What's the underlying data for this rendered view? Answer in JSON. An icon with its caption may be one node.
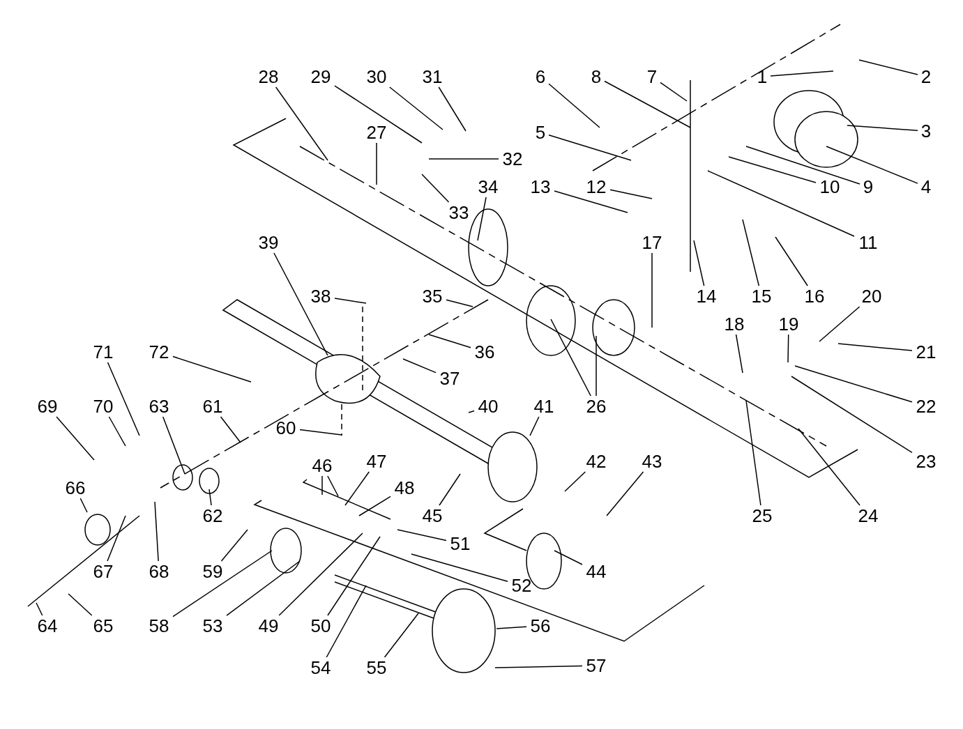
{
  "diagram": {
    "nodes": [
      {
        "text": [
          "1"
        ]
      },
      {
        "text": [
          "2"
        ]
      },
      {
        "text": [
          "3"
        ]
      },
      {
        "text": [
          "4"
        ]
      },
      {
        "text": [
          "5"
        ]
      },
      {
        "text": [
          "6"
        ]
      },
      {
        "text": [
          "7"
        ]
      },
      {
        "text": [
          "8"
        ]
      },
      {
        "text": [
          "9"
        ]
      },
      {
        "text": [
          "10"
        ]
      },
      {
        "text": [
          "11"
        ]
      },
      {
        "text": [
          "12"
        ]
      },
      {
        "text": [
          "13"
        ]
      },
      {
        "text": [
          "14"
        ]
      },
      {
        "text": [
          "15"
        ]
      },
      {
        "text": [
          "16"
        ]
      },
      {
        "text": [
          "17"
        ]
      },
      {
        "text": [
          "18"
        ]
      },
      {
        "text": [
          "19"
        ]
      },
      {
        "text": [
          "20"
        ]
      },
      {
        "text": [
          "21"
        ]
      },
      {
        "text": [
          "22"
        ]
      },
      {
        "text": [
          "23"
        ]
      },
      {
        "text": [
          "24"
        ]
      },
      {
        "text": [
          "25"
        ]
      },
      {
        "text": [
          "26"
        ]
      },
      {
        "text": [
          "27"
        ]
      },
      {
        "text": [
          "28"
        ]
      },
      {
        "text": [
          "29"
        ]
      },
      {
        "text": [
          "30"
        ]
      },
      {
        "text": [
          "31"
        ]
      },
      {
        "text": [
          "32"
        ]
      },
      {
        "text": [
          "33"
        ]
      },
      {
        "text": [
          "34"
        ]
      },
      {
        "text": [
          "35"
        ]
      },
      {
        "text": [
          "36"
        ]
      },
      {
        "text": [
          "37"
        ]
      },
      {
        "text": [
          "38"
        ]
      },
      {
        "text": [
          "39"
        ]
      },
      {
        "text": [
          "40"
        ]
      },
      {
        "text": [
          "41"
        ]
      },
      {
        "text": [
          "42"
        ]
      },
      {
        "text": [
          "43"
        ]
      },
      {
        "text": [
          "44"
        ]
      },
      {
        "text": [
          "45"
        ]
      },
      {
        "text": [
          "46"
        ]
      },
      {
        "text": [
          "47"
        ]
      },
      {
        "text": [
          "48"
        ]
      },
      {
        "text": [
          "49"
        ]
      },
      {
        "text": [
          "50"
        ]
      },
      {
        "text": [
          "51"
        ]
      },
      {
        "text": [
          "52"
        ]
      },
      {
        "text": [
          "53"
        ]
      },
      {
        "text": [
          "54"
        ]
      },
      {
        "text": [
          "55"
        ]
      },
      {
        "text": [
          "56"
        ]
      },
      {
        "text": [
          "57"
        ]
      },
      {
        "text": [
          "58"
        ]
      },
      {
        "text": [
          "59"
        ]
      },
      {
        "text": [
          "60"
        ]
      },
      {
        "text": [
          "61"
        ]
      },
      {
        "text": [
          "62"
        ]
      },
      {
        "text": [
          "63"
        ]
      },
      {
        "text": [
          "64"
        ]
      },
      {
        "text": [
          "65"
        ]
      },
      {
        "text": [
          "66"
        ]
      },
      {
        "text": [
          "67"
        ]
      },
      {
        "text": [
          "68"
        ]
      },
      {
        "text": [
          "69"
        ]
      },
      {
        "text": [
          "70"
        ]
      },
      {
        "text": [
          "71"
        ]
      },
      {
        "text": [
          "72"
        ]
      }
    ],
    "edges": [
      {
        "from": 0,
        "to": null,
        "arrow": "none"
      },
      {
        "from": 1,
        "to": null,
        "arrow": "none"
      },
      {
        "from": 2,
        "to": null,
        "arrow": "none"
      },
      {
        "from": 3,
        "to": null,
        "arrow": "none"
      },
      {
        "from": 4,
        "to": null,
        "arrow": "none"
      },
      {
        "from": 5,
        "to": null,
        "arrow": "none"
      },
      {
        "from": 6,
        "to": null,
        "arrow": "none"
      },
      {
        "from": 7,
        "to": null,
        "arrow": "none"
      },
      {
        "from": 8,
        "to": null,
        "arrow": "none"
      },
      {
        "from": 9,
        "to": null,
        "arrow": "none"
      },
      {
        "from": 10,
        "to": null,
        "arrow": "none"
      },
      {
        "from": 11,
        "to": null,
        "arrow": "none"
      },
      {
        "from": 12,
        "to": null,
        "arrow": "none"
      },
      {
        "from": 13,
        "to": null,
        "arrow": "none"
      },
      {
        "from": 14,
        "to": null,
        "arrow": "none"
      },
      {
        "from": 15,
        "to": null,
        "arrow": "none"
      },
      {
        "from": 16,
        "to": null,
        "arrow": "none"
      },
      {
        "from": 17,
        "to": null,
        "arrow": "none"
      },
      {
        "from": 18,
        "to": null,
        "arrow": "none"
      },
      {
        "from": 19,
        "to": null,
        "arrow": "none"
      },
      {
        "from": 20,
        "to": null,
        "arrow": "none"
      },
      {
        "from": 21,
        "to": null,
        "arrow": "none"
      },
      {
        "from": 22,
        "to": null,
        "arrow": "none"
      },
      {
        "from": 23,
        "to": null,
        "arrow": "none"
      },
      {
        "from": 24,
        "to": null,
        "arrow": "none"
      },
      {
        "from": 25,
        "to": null,
        "arrow": "none"
      },
      {
        "from": 25,
        "to": null,
        "arrow": "none"
      },
      {
        "from": 26,
        "to": null,
        "arrow": "none"
      },
      {
        "from": 27,
        "to": null,
        "arrow": "none"
      },
      {
        "from": 28,
        "to": null,
        "arrow": "none"
      },
      {
        "from": 29,
        "to": null,
        "arrow": "none"
      },
      {
        "from": 30,
        "to": null,
        "arrow": "none"
      },
      {
        "from": 31,
        "to": null,
        "arrow": "none"
      },
      {
        "from": 32,
        "to": null,
        "arrow": "none"
      },
      {
        "from": 33,
        "to": null,
        "arrow": "none"
      },
      {
        "from": 34,
        "to": null,
        "arrow": "none"
      },
      {
        "from": 35,
        "to": null,
        "arrow": "none"
      },
      {
        "from": 36,
        "to": null,
        "arrow": "none"
      },
      {
        "from": 37,
        "to": null,
        "arrow": "none"
      },
      {
        "from": 38,
        "to": null,
        "arrow": "none"
      },
      {
        "from": 39,
        "to": null,
        "arrow": "none"
      },
      {
        "from": 40,
        "to": null,
        "arrow": "none"
      },
      {
        "from": 41,
        "to": null,
        "arrow": "none"
      },
      {
        "from": 42,
        "to": null,
        "arrow": "none"
      },
      {
        "from": 43,
        "to": null,
        "arrow": "none"
      },
      {
        "from": 44,
        "to": null,
        "arrow": "none"
      },
      {
        "from": 45,
        "to": null,
        "arrow": "none"
      },
      {
        "from": 45,
        "to": null,
        "arrow": "none"
      },
      {
        "from": 46,
        "to": null,
        "arrow": "none"
      },
      {
        "from": 47,
        "to": null,
        "arrow": "none"
      },
      {
        "from": 48,
        "to": null,
        "arrow": "none"
      },
      {
        "from": 49,
        "to": null,
        "arrow": "none"
      },
      {
        "from": 50,
        "to": null,
        "arrow": "none"
      },
      {
        "from": 51,
        "to": null,
        "arrow": "none"
      },
      {
        "from": 52,
        "to": null,
        "arrow": "none"
      },
      {
        "from": 53,
        "to": null,
        "arrow": "none"
      },
      {
        "from": 54,
        "to": null,
        "arrow": "none"
      },
      {
        "from": 55,
        "to": null,
        "arrow": "none"
      },
      {
        "from": 56,
        "to": null,
        "arrow": "none"
      },
      {
        "from": 57,
        "to": null,
        "arrow": "none"
      },
      {
        "from": 58,
        "to": null,
        "arrow": "none"
      },
      {
        "from": 59,
        "to": null,
        "arrow": "none"
      },
      {
        "from": 60,
        "to": null,
        "arrow": "none"
      },
      {
        "from": 61,
        "to": null,
        "arrow": "none"
      },
      {
        "from": 62,
        "to": null,
        "arrow": "none"
      },
      {
        "from": 63,
        "to": null,
        "arrow": "none"
      },
      {
        "from": 64,
        "to": null,
        "arrow": "none"
      },
      {
        "from": 65,
        "to": null,
        "arrow": "none"
      },
      {
        "from": 66,
        "to": null,
        "arrow": "none"
      },
      {
        "from": 67,
        "to": null,
        "arrow": "none"
      },
      {
        "from": 68,
        "to": null,
        "arrow": "none"
      },
      {
        "from": 69,
        "to": null,
        "arrow": "none"
      },
      {
        "from": 70,
        "to": null,
        "arrow": "none"
      },
      {
        "from": 71,
        "to": null,
        "arrow": "none"
      }
    ]
  }
}
